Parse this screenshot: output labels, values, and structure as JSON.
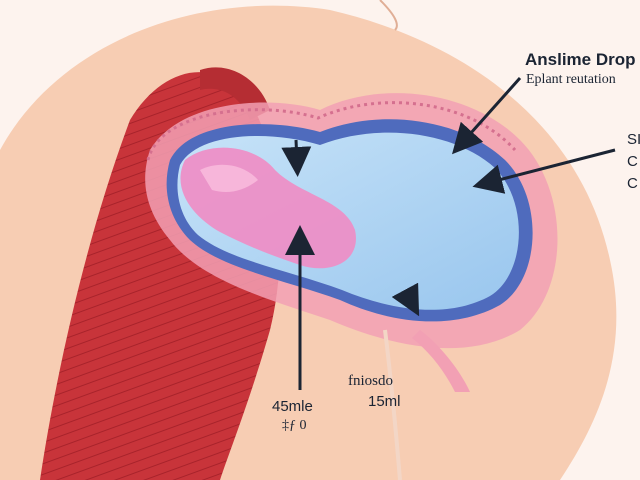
{
  "labels": {
    "title": "Anslime Drop",
    "subtitle": "Eplant reutation",
    "side_lines": [
      "SI",
      "C",
      "C"
    ],
    "volume_line1": "45mle",
    "volume_line2": "‡ƒ 0",
    "measure_line1": "fniosdo",
    "measure_line2": "15ml"
  },
  "colors": {
    "background": "#fdf3ee",
    "skin": "#f7cdb3",
    "muscle": "#c8343a",
    "membrane": "#f2a0b4",
    "capsule_outline": "#4f6bbd",
    "fluid": "#a9d2f2",
    "inflamed_region": "#f08cc4",
    "arrow": "#1b2433"
  }
}
